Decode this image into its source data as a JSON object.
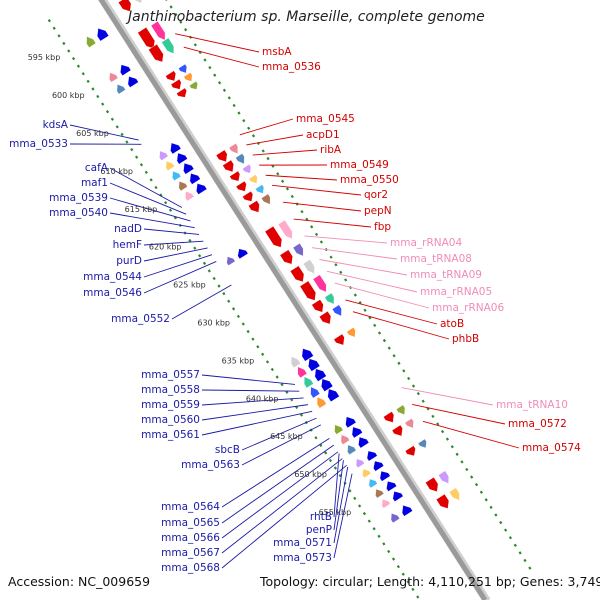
{
  "map": {
    "title": "Janthinobacterium sp. Marseille, complete genome",
    "accession": "Accession: NC_009659",
    "topology": "Topology: circular; Length: 4,110,251 bp; Genes: 3,749"
  },
  "scale_ticks": [
    "595 kbp",
    "600 kbp",
    "605 kbp",
    "610 kbp",
    "615 kbp",
    "620 kbp",
    "625 kbp",
    "630 kbp",
    "635 kbp",
    "640 kbp",
    "645 kbp",
    "650 kbp",
    "655 kbp"
  ],
  "left_labels": [
    "kdsA",
    "mma_0533",
    "cafA",
    "maf1",
    "mma_0539",
    "mma_0540",
    "nadD",
    "hemF",
    "purD",
    "mma_0544",
    "mma_0546",
    "mma_0552",
    "mma_0557",
    "mma_0558",
    "mma_0559",
    "mma_0560",
    "mma_0561",
    "sbcB",
    "mma_0563",
    "mma_0564",
    "mma_0565",
    "mma_0566",
    "mma_0567",
    "mma_0568",
    "rhtB",
    "penP",
    "mma_0571",
    "mma_0573"
  ],
  "right_labels": [
    "msbA",
    "mma_0536",
    "mma_0545",
    "acpD1",
    "ribA",
    "mma_0549",
    "mma_0550",
    "qor2",
    "pepN",
    "fbp",
    "mma_rRNA04",
    "mma_tRNA08",
    "mma_tRNA09",
    "mma_rRNA05",
    "mma_rRNA06",
    "atoB",
    "phbB",
    "mma_tRNA10",
    "mma_0572",
    "mma_0574"
  ],
  "colors": {
    "left_label": "#1a1aa6",
    "right_label": "#d40000",
    "rna_label": "#f08cb8",
    "backbone": "#9a9a9a",
    "scale_dots": "#2a8a2a",
    "forward_strand": "#e00000",
    "reverse_strand": "#0000e0"
  }
}
